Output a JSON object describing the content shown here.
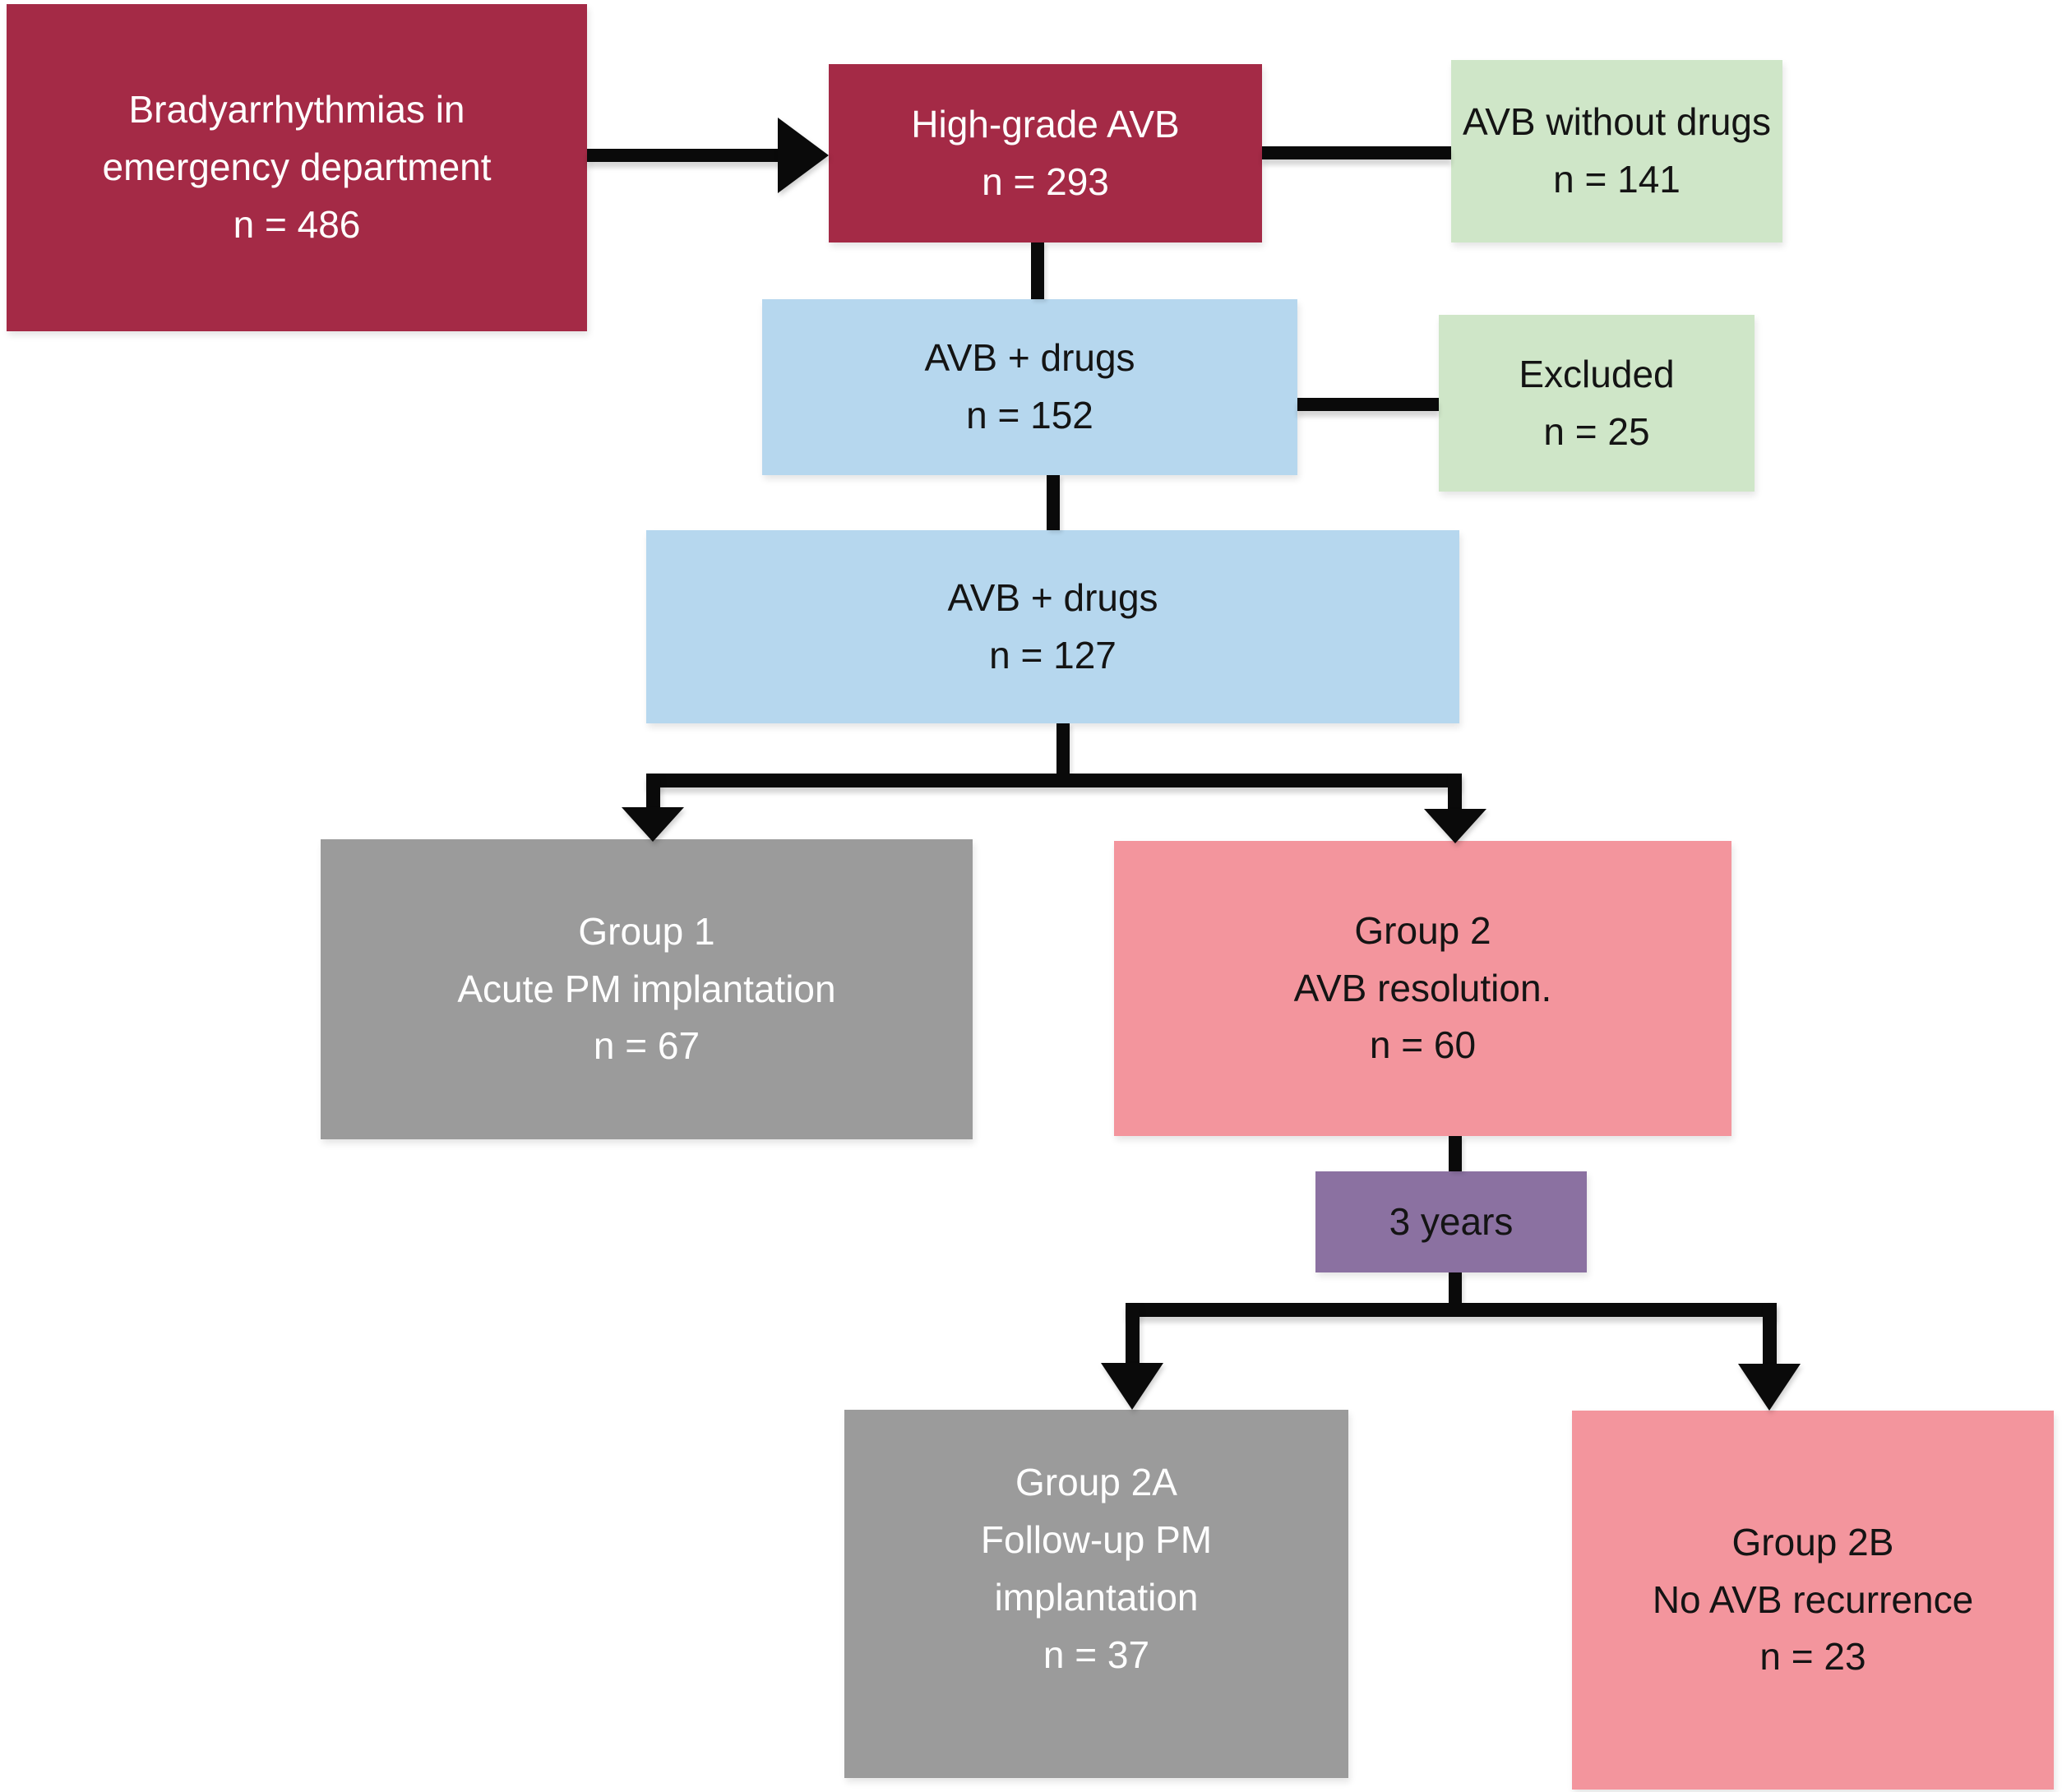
{
  "colors": {
    "dark_red": "#a42a46",
    "light_green": "#cfe6c8",
    "light_blue": "#b6d7ee",
    "gray": "#9b9b9b",
    "pink": "#f3959d",
    "purple": "#8b71a1",
    "connector_black": "#0a0a0a",
    "text_light": "#ffffff",
    "text_dark": "#141414",
    "background": "#ffffff"
  },
  "boxes": {
    "brady": {
      "lines": [
        "Bradyarrhythmias in",
        "emergency department",
        "n = 486"
      ]
    },
    "high_grade": {
      "lines": [
        "High-grade AVB",
        "n = 293"
      ]
    },
    "avb_without_drugs": {
      "lines": [
        "AVB without drugs",
        "n = 141"
      ]
    },
    "avb_drugs_152": {
      "lines": [
        "AVB + drugs",
        "n = 152"
      ]
    },
    "excluded": {
      "lines": [
        "Excluded",
        "n = 25"
      ]
    },
    "avb_drugs_127": {
      "lines": [
        "AVB + drugs",
        "n = 127"
      ]
    },
    "group1": {
      "lines": [
        "Group 1",
        "Acute PM implantation",
        "n = 67"
      ]
    },
    "group2": {
      "lines": [
        "Group 2",
        "AVB resolution.",
        "n = 60"
      ]
    },
    "three_years": {
      "lines": [
        "3 years"
      ]
    },
    "group2a": {
      "lines": [
        "Group 2A",
        "Follow-up PM",
        "implantation",
        "n = 37"
      ]
    },
    "group2b": {
      "lines": [
        "Group 2B",
        "No AVB recurrence",
        "n = 23"
      ]
    }
  }
}
